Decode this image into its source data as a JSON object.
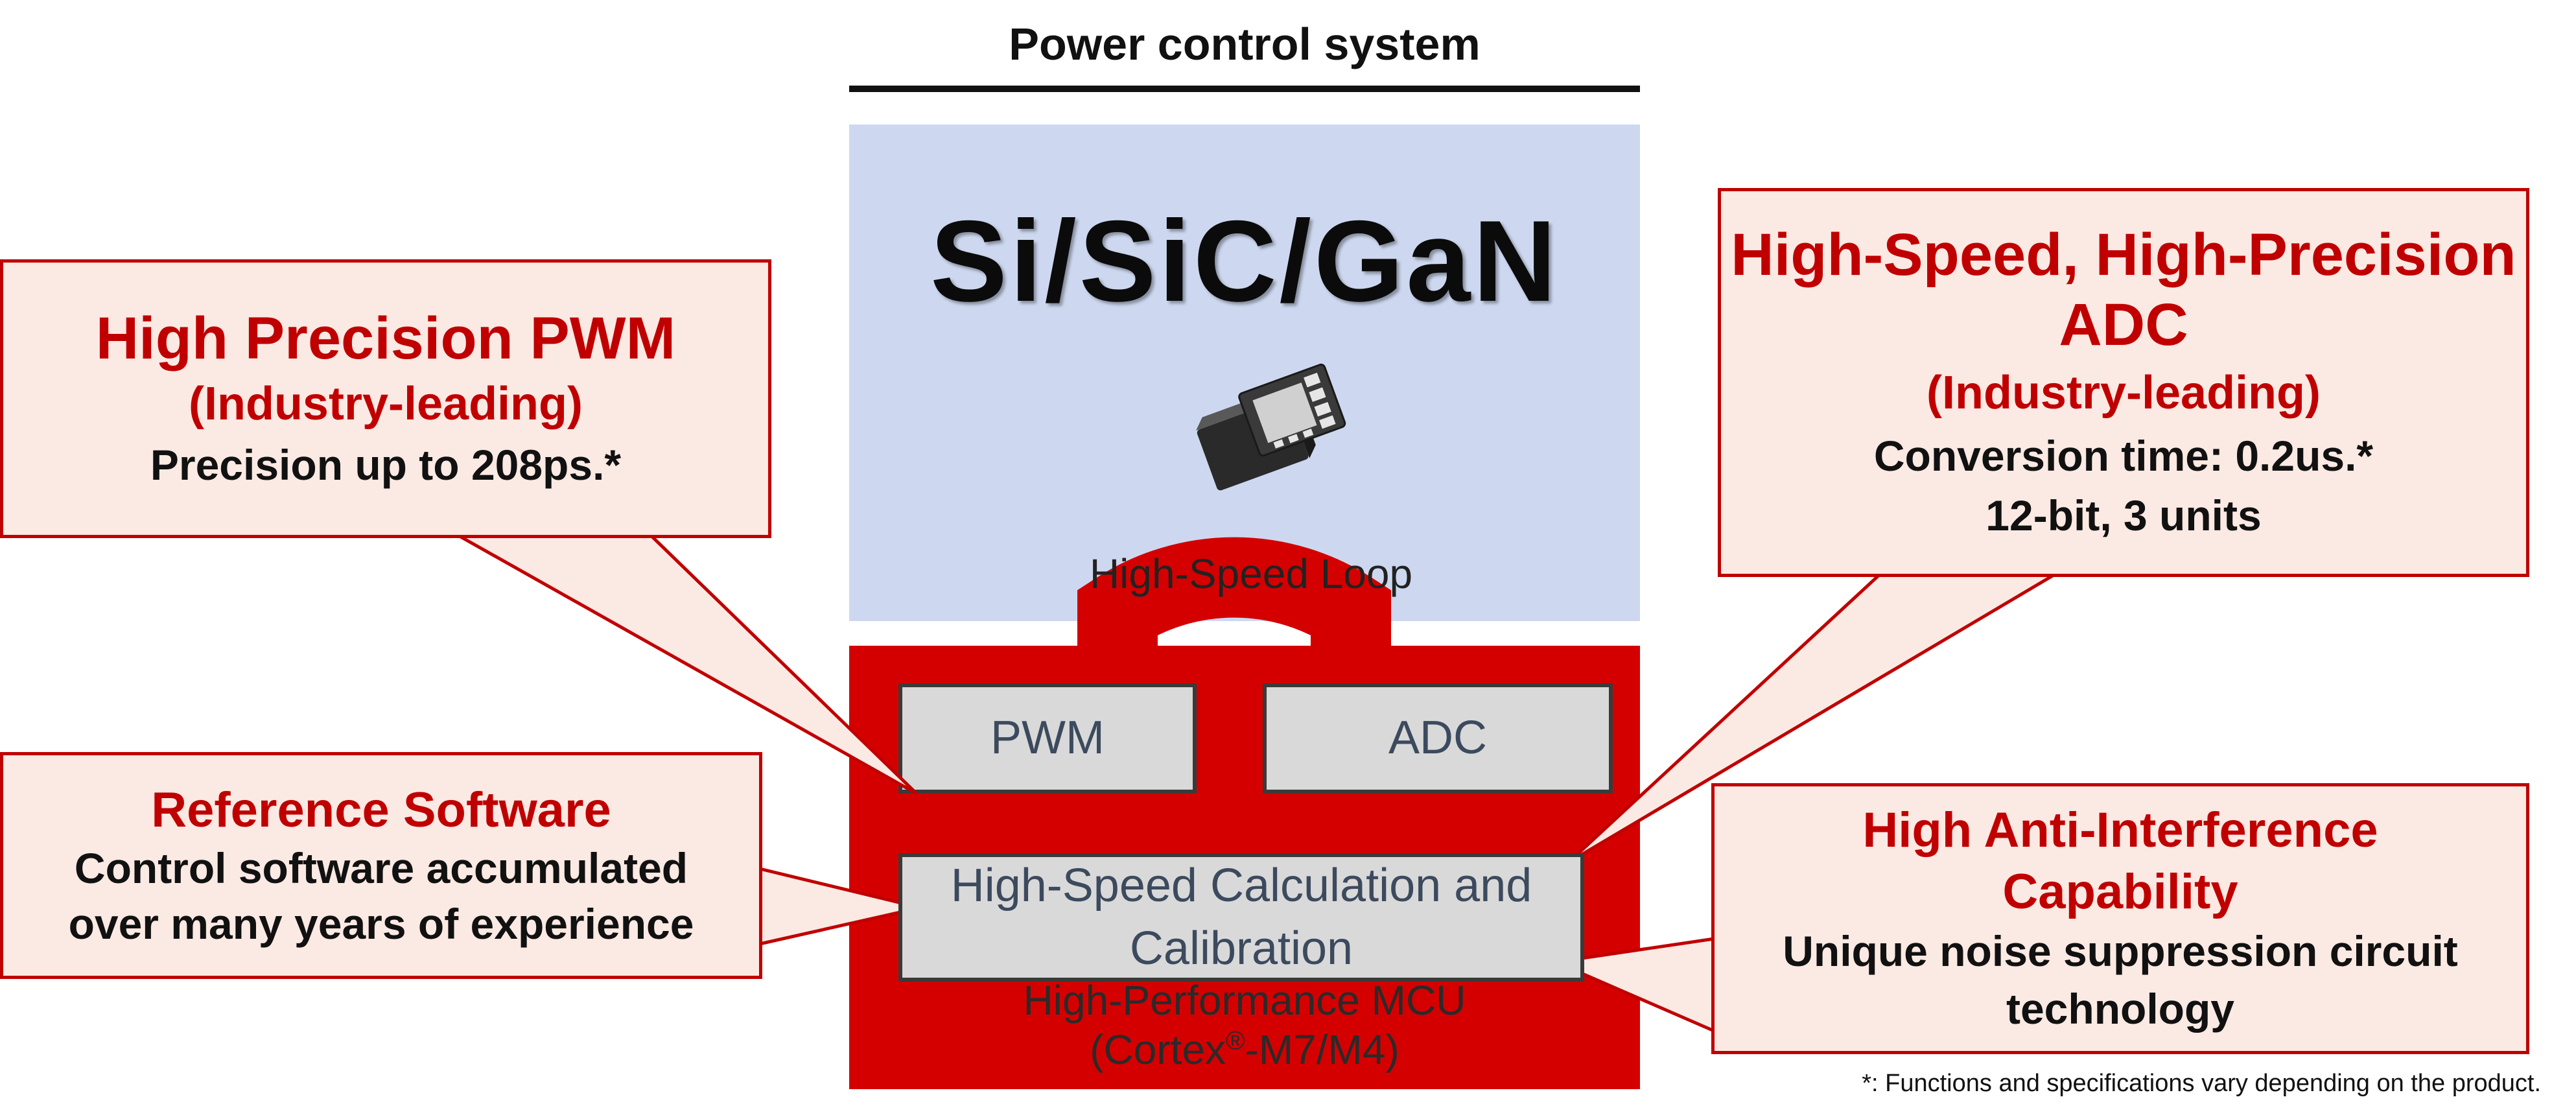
{
  "title": "Power control system",
  "semiconductors": "Si/SiC/GaN",
  "loop_label": "High-Speed Loop",
  "mcu": {
    "pwm": "PWM",
    "adc": "ADC",
    "calc": "High-Speed Calculation and Calibration",
    "name": "High-Performance MCU",
    "core_prefix": "(Cortex",
    "core_mark": "®",
    "core_suffix": "-M7/M4)"
  },
  "callouts": {
    "pwm": {
      "heading": "High Precision PWM",
      "sub": "(Industry-leading)",
      "detail": "Precision up to 208ps.*"
    },
    "adc": {
      "heading_line1": "High-Speed, High-Precision",
      "heading_line2": "ADC",
      "sub": "(Industry-leading)",
      "detail_line1": "Conversion time: 0.2us.*",
      "detail_line2": "12-bit, 3 units"
    },
    "reference": {
      "heading": "Reference Software",
      "detail_line1": "Control software accumulated",
      "detail_line2": "over many years of experience"
    },
    "anti_interference": {
      "heading_line1": "High Anti-Interference",
      "heading_line2": "Capability",
      "detail_line1": "Unique noise suppression circuit",
      "detail_line2": "technology"
    }
  },
  "footnote": "*: Functions and specifications vary depending on the product.",
  "colors": {
    "accent_red": "#c00000",
    "mcu_red": "#d40000",
    "power_area_blue": "#cdd8f0",
    "callout_fill": "#fbe9e3",
    "inner_box_gray": "#d9d9d9"
  }
}
